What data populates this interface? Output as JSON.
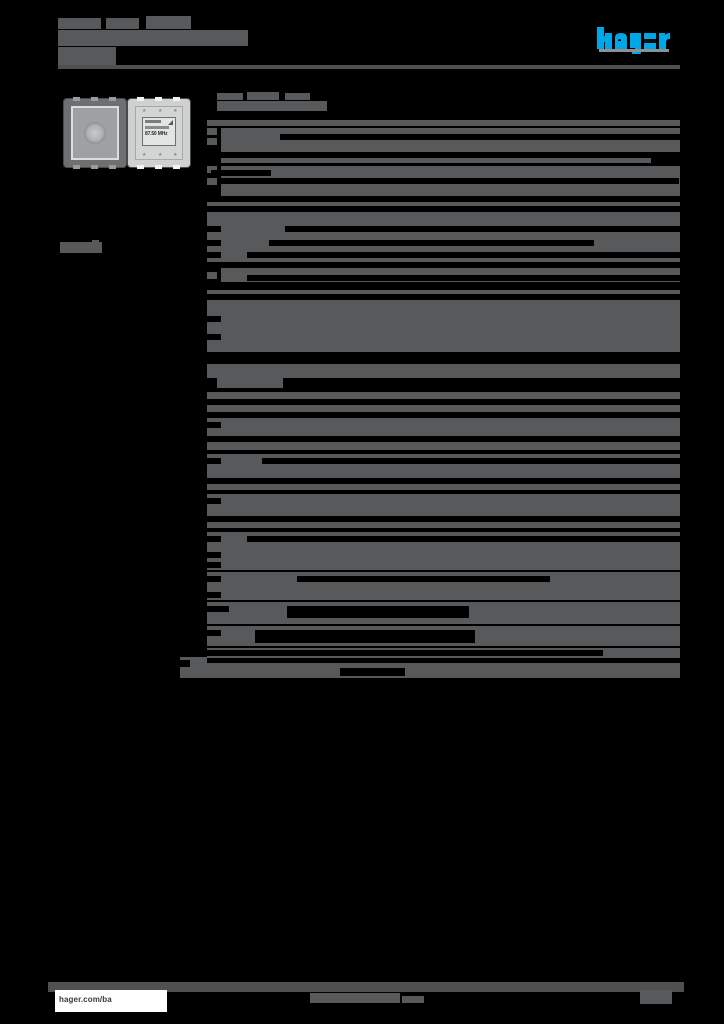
{
  "document": {
    "type": "product-datasheet",
    "brand": "hager",
    "page_background": "#000000",
    "redaction_color": "#58595a",
    "accent_color": "#00a7e7",
    "rule_color": "#4f5051"
  },
  "header": {
    "title_redacted": true,
    "subtitle_redacted": true,
    "logo_text": "hager",
    "logo_color": "#00a7e7"
  },
  "product_images": {
    "left_device": {
      "name": "speaker-module",
      "face_color": "#9fa0a1",
      "frame_color": "#6e6f70"
    },
    "right_device": {
      "name": "radio-display-module",
      "face_color": "#cfd0d0",
      "display_frequency": "87.50 MHz",
      "display_background": "#e3e4e4"
    }
  },
  "sidebar": {
    "label_redacted": true
  },
  "content": {
    "section_1": {
      "heading_redacted": true,
      "rows_redacted": true
    },
    "section_2": {
      "heading_redacted": true,
      "rows_redacted": true
    }
  },
  "footer": {
    "url": "hager.com/ba",
    "center_redacted": true,
    "page_number_redacted": true
  }
}
